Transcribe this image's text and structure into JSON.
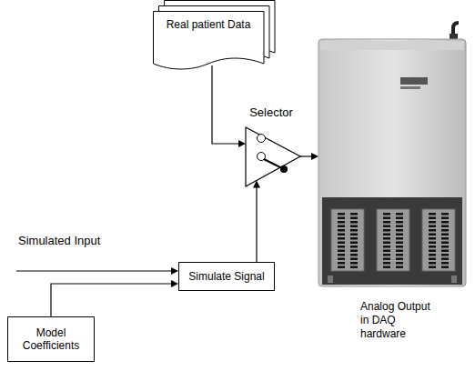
{
  "diagram": {
    "nodes": [
      {
        "text": [
          "Real patient Data"
        ]
      },
      {
        "text": [
          "Selector"
        ]
      },
      {
        "text": [
          "Analog Output in DAQ hardware"
        ]
      },
      {
        "text": [
          "Simulate Signal"
        ]
      },
      {
        "text": [
          "Model Coefficients"
        ]
      }
    ],
    "edges": [
      {
        "from": 0,
        "to": 1,
        "arrow": "to"
      },
      {
        "from": 3,
        "to": 1,
        "arrow": "to"
      },
      {
        "from": 4,
        "to": 3,
        "arrow": "to"
      },
      {
        "from": 1,
        "to": 2,
        "arrow": "to"
      }
    ],
    "labels": [
      "Simulated Input"
    ]
  }
}
